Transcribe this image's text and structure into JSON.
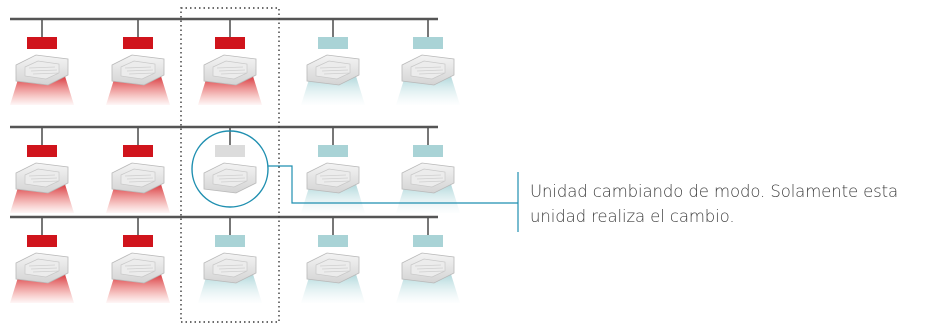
{
  "callout": {
    "text": "Unidad cambiando de modo. Solamente esta unidad realiza el cambio."
  },
  "legend_colors": {
    "heating": "#d0141c",
    "cooling": "#a9d3d6",
    "switching": "#dcdcdc",
    "pipe": "#555555",
    "highlight": "#1f8fb0"
  },
  "grid": {
    "rows": [
      [
        "heating",
        "heating",
        "heating",
        "cooling",
        "cooling"
      ],
      [
        "heating",
        "heating",
        "switching",
        "cooling",
        "cooling"
      ],
      [
        "heating",
        "heating",
        "cooling",
        "cooling",
        "cooling"
      ]
    ]
  }
}
